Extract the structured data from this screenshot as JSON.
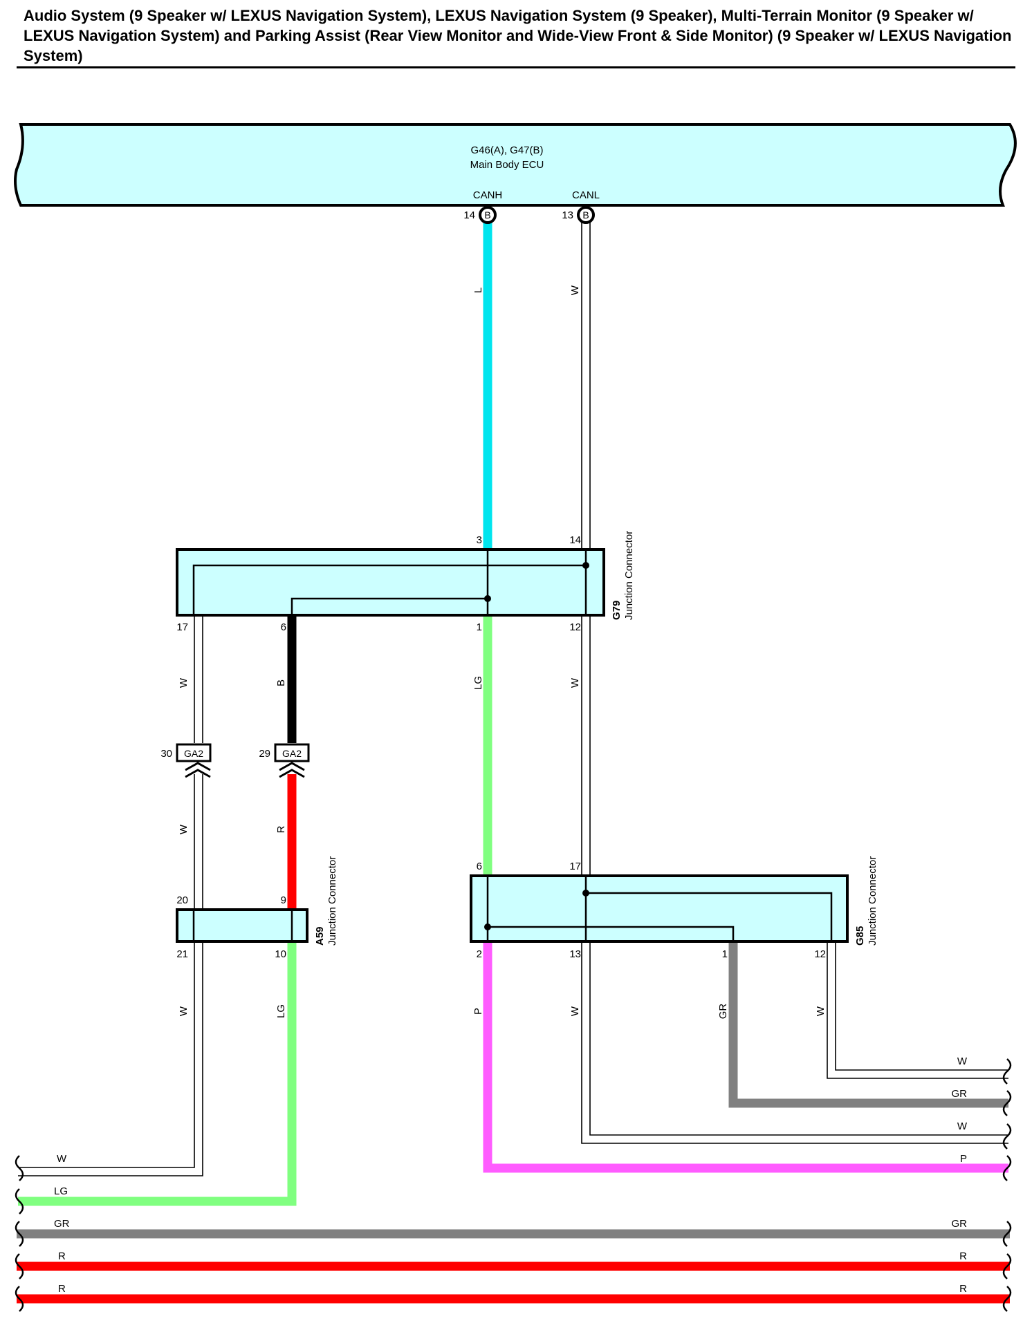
{
  "title": "Audio System (9 Speaker w/ LEXUS Navigation System), LEXUS Navigation System (9 Speaker), Multi-Terrain Monitor (9 Speaker w/ LEXUS Navigation System) and Parking Assist (Rear View Monitor and Wide-View Front & Side Monitor) (9 Speaker w/ LEXUS Navigation System)",
  "ecu": {
    "id": "G46(A), G47(B)",
    "name": "Main Body ECU",
    "pins": [
      {
        "number": "14",
        "connector": "B",
        "signal": "CANH"
      },
      {
        "number": "13",
        "connector": "B",
        "signal": "CANL"
      }
    ]
  },
  "colors": {
    "L": "#00e5ee",
    "W": "#ffffff",
    "LG": "#80ff80",
    "B": "#000000",
    "R": "#ff0000",
    "P": "#ff5cff",
    "GR": "#808080",
    "box_fill": "#ccffff"
  },
  "junctions": {
    "G79": {
      "id": "G79",
      "name": "Junction Connector",
      "pins_top": [
        "3",
        "14"
      ],
      "pins_bottom": [
        "17",
        "6",
        "1",
        "12"
      ]
    },
    "A59": {
      "id": "A59",
      "name": "Junction Connector",
      "pins_top": [
        "20",
        "9"
      ],
      "pins_bottom": [
        "21",
        "10"
      ]
    },
    "G85": {
      "id": "G85",
      "name": "Junction Connector",
      "pins_top": [
        "6",
        "17"
      ],
      "pins_bottom": [
        "2",
        "13",
        "1",
        "12"
      ]
    }
  },
  "inline_connectors": [
    {
      "pin": "30",
      "label": "GA2"
    },
    {
      "pin": "29",
      "label": "GA2"
    }
  ],
  "wire_labels": {
    "canh": "L",
    "canl": "W",
    "g79_17": "W",
    "g79_6": "B",
    "g79_1": "LG",
    "g79_12": "W",
    "ga2_30": "W",
    "ga2_29": "R",
    "a59_21": "W",
    "a59_10": "LG",
    "g85_2": "P",
    "g85_13": "W",
    "g85_1": "GR",
    "g85_12": "W"
  },
  "right_exits": [
    "W",
    "GR",
    "W",
    "P"
  ],
  "bottom_buses": [
    {
      "left": "W",
      "right": ""
    },
    {
      "left": "LG",
      "right": ""
    },
    {
      "left": "GR",
      "right": "GR"
    },
    {
      "left": "R",
      "right": "R"
    },
    {
      "left": "R",
      "right": "R"
    }
  ]
}
